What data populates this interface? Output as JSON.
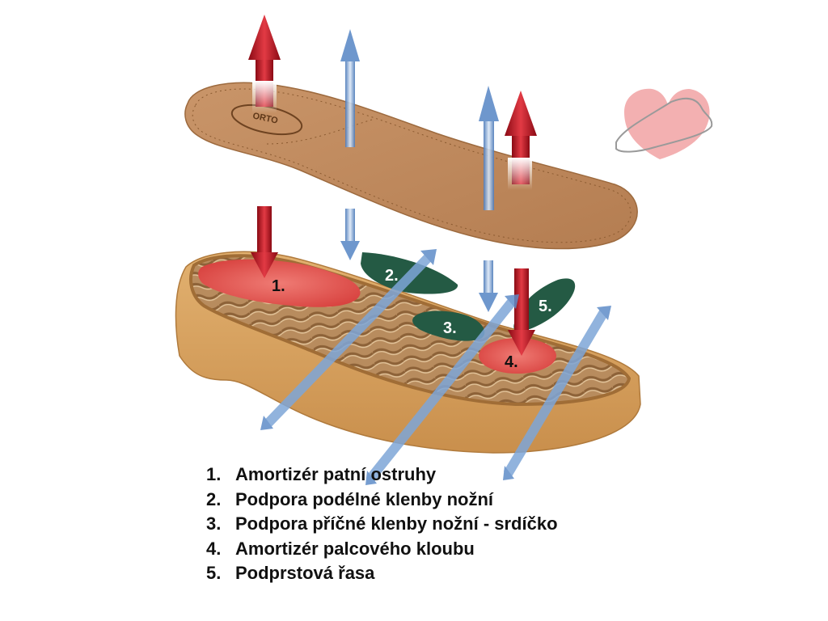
{
  "insole_logo": "ORTO",
  "callouts": [
    "1.",
    "2.",
    "3.",
    "4.",
    "5."
  ],
  "legend": [
    {
      "num": "1.",
      "text": "Amortizér patní ostruhy"
    },
    {
      "num": "2.",
      "text": "Podpora podélné klenby nožní"
    },
    {
      "num": "3.",
      "text": "Podpora příčné klenby nožní - srdíčko"
    },
    {
      "num": "4.",
      "text": "Amortizér palcového kloubu"
    },
    {
      "num": "5.",
      "text": "Podprstová řasa"
    }
  ],
  "colors": {
    "insole": "#c0895c",
    "sole": "#d8a565",
    "pad_red": "#e2524f",
    "pad_green": "#245a44",
    "arrow_red": "#c8101e",
    "arrow_blue": "#6f9bd2",
    "heart": "#f2a7a9"
  }
}
